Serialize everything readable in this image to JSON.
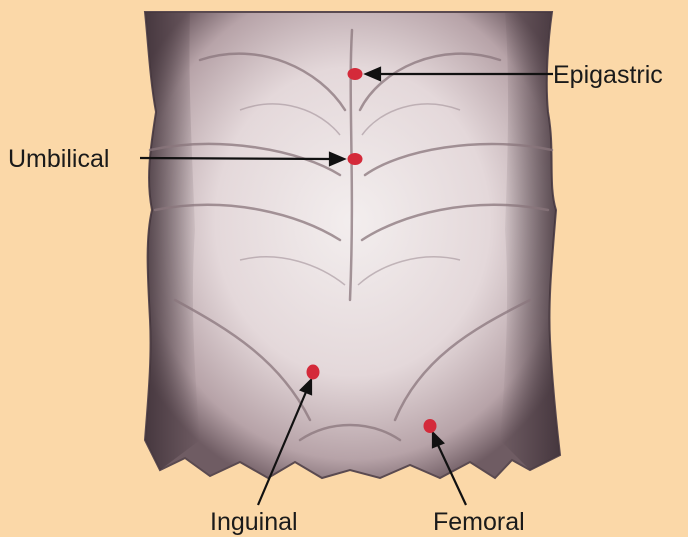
{
  "figure": {
    "background_color": "#fbd8a8",
    "marker_color": "#d42a3a",
    "labels": [
      {
        "id": "epigastric",
        "text": "Epigastric"
      },
      {
        "id": "umbilical",
        "text": "Umbilical"
      },
      {
        "id": "inguinal",
        "text": "Inguinal"
      },
      {
        "id": "femoral",
        "text": "Femoral"
      }
    ]
  }
}
